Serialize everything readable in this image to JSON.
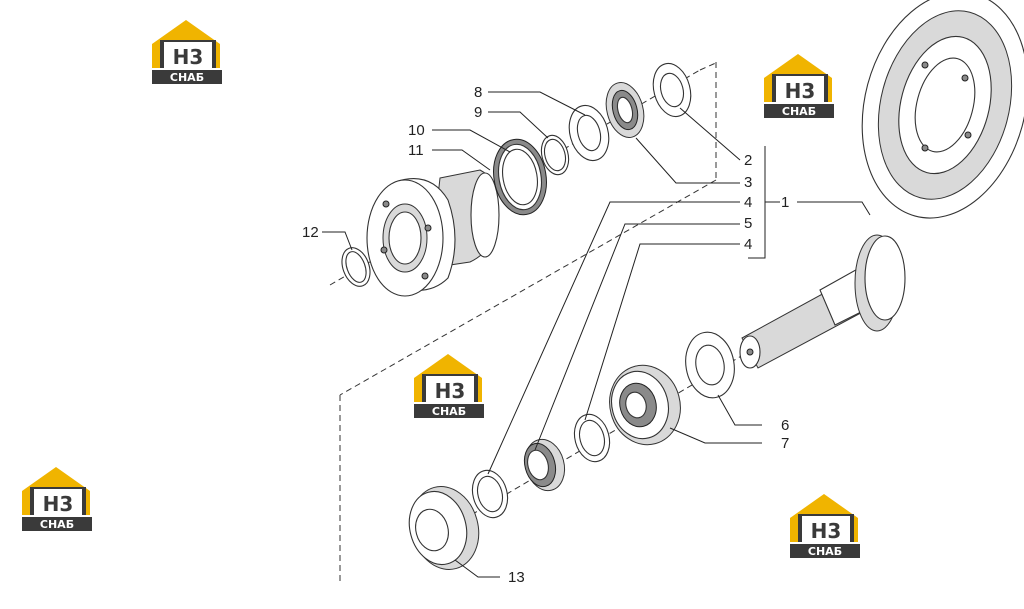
{
  "callouts": {
    "c1": "1",
    "c2": "2",
    "c3": "3",
    "c4a": "4",
    "c5": "5",
    "c4b": "4",
    "c6": "6",
    "c7": "7",
    "c8": "8",
    "c9": "9",
    "c10": "10",
    "c11": "11",
    "c12": "12",
    "c13": "13"
  },
  "watermark": {
    "letters": "H3",
    "caption": "CHAБ",
    "colors": {
      "gold": "#f0b400",
      "dark": "#3a3a3a",
      "white": "#ffffff"
    }
  }
}
